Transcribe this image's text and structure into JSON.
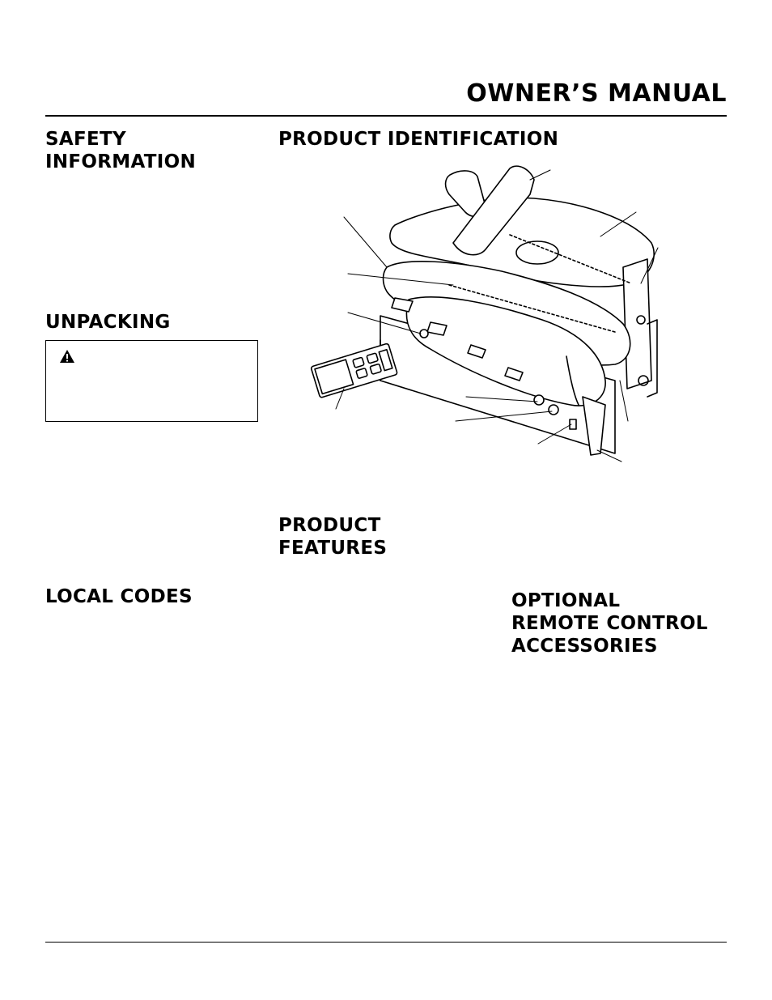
{
  "header": {
    "title": "OWNER’S MANUAL"
  },
  "sections": {
    "safety": "SAFETY\nINFORMATION",
    "unpacking": "UNPACKING",
    "local_codes": "LOCAL CODES",
    "product_identification": "PRODUCT IDENTIFICATION",
    "product_features": "PRODUCT\nFEATURES",
    "optional_accessories": "OPTIONAL\nREMOTE CONTROL\nACCESSORIES"
  },
  "warning_box": {
    "icon": "warning-triangle-icon"
  },
  "figure": {
    "subject": "gas log set with remote control",
    "icon": "gas-log-illustration"
  }
}
